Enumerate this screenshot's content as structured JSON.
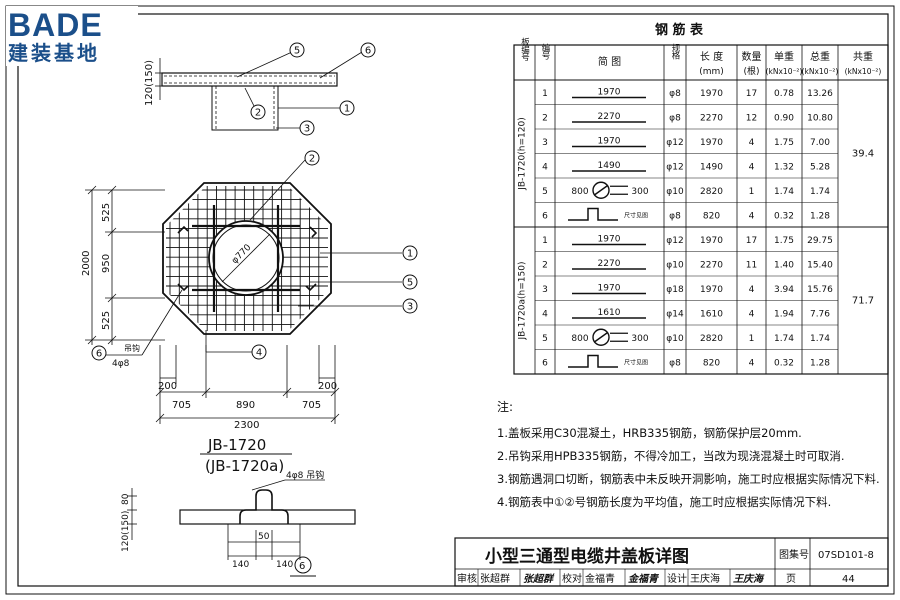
{
  "logo": {
    "brand": "BADE",
    "subtitle": "建装基地"
  },
  "table": {
    "title": "钢 筋 表",
    "headers": {
      "slab": "板编号",
      "no": "编号",
      "diagram": "简 图",
      "spec": "规格",
      "length": "长 度",
      "length_unit": "(mm)",
      "count": "数量",
      "count_unit": "(根)",
      "unit_w": "单重",
      "unit_w_unit": "(kNx10⁻²)",
      "total_w": "总重",
      "total_w_unit": "(kNx10⁻²)",
      "sum_w": "共重",
      "sum_w_unit": "(kNx10⁻²)"
    },
    "groups": [
      {
        "slab": "JB-1720(h=120)",
        "sum": "39.4",
        "rows": [
          {
            "no": "1",
            "label": "1970",
            "spec": "φ8",
            "length": "1970",
            "count": "17",
            "unit": "0.78",
            "total": "13.26",
            "shape": "line"
          },
          {
            "no": "2",
            "label": "2270",
            "spec": "φ8",
            "length": "2270",
            "count": "12",
            "unit": "0.90",
            "total": "10.80",
            "shape": "line"
          },
          {
            "no": "3",
            "label": "1970",
            "spec": "φ12",
            "length": "1970",
            "count": "4",
            "unit": "1.75",
            "total": "7.00",
            "shape": "line"
          },
          {
            "no": "4",
            "label": "1490",
            "spec": "φ12",
            "length": "1490",
            "count": "4",
            "unit": "1.32",
            "total": "5.28",
            "shape": "line"
          },
          {
            "no": "5",
            "label": "800",
            "label2": "300",
            "spec": "φ10",
            "length": "2820",
            "count": "1",
            "unit": "1.74",
            "total": "1.74",
            "shape": "ring"
          },
          {
            "no": "6",
            "label": "尺寸见图",
            "spec": "φ8",
            "length": "820",
            "count": "4",
            "unit": "0.32",
            "total": "1.28",
            "shape": "hook"
          }
        ]
      },
      {
        "slab": "JB-1720a(h=150)",
        "sum": "71.7",
        "rows": [
          {
            "no": "1",
            "label": "1970",
            "spec": "φ12",
            "length": "1970",
            "count": "17",
            "unit": "1.75",
            "total": "29.75",
            "shape": "line"
          },
          {
            "no": "2",
            "label": "2270",
            "spec": "φ10",
            "length": "2270",
            "count": "11",
            "unit": "1.40",
            "total": "15.40",
            "shape": "line"
          },
          {
            "no": "3",
            "label": "1970",
            "spec": "φ18",
            "length": "1970",
            "count": "4",
            "unit": "3.94",
            "total": "15.76",
            "shape": "line"
          },
          {
            "no": "4",
            "label": "1610",
            "spec": "φ14",
            "length": "1610",
            "count": "4",
            "unit": "1.94",
            "total": "7.76",
            "shape": "line"
          },
          {
            "no": "5",
            "label": "800",
            "label2": "300",
            "spec": "φ10",
            "length": "2820",
            "count": "1",
            "unit": "1.74",
            "total": "1.74",
            "shape": "ring"
          },
          {
            "no": "6",
            "label": "尺寸见图",
            "spec": "φ8",
            "length": "820",
            "count": "4",
            "unit": "0.32",
            "total": "1.28",
            "shape": "hook"
          }
        ]
      }
    ]
  },
  "notes": {
    "heading": "注:",
    "items": [
      "1.盖板采用C30混凝土，HRB335钢筋，钢筋保护层20mm.",
      "2.吊钩采用HPB335钢筋，不得冷加工，当改为现浇混凝土时可取消.",
      "3.钢筋遇洞口切断，钢筋表中未反映开洞影响，施工时应根据实际情况下料.",
      "4.钢筋表中①②号钢筋长度为平均值，施工时应根据实际情况下料."
    ]
  },
  "plan": {
    "name": "JB-1720",
    "name_alt": "(JB-1720a)",
    "dims": {
      "h_top": "525",
      "h_mid": "950",
      "h_bot": "525",
      "h_total": "2000",
      "w_left": "705",
      "w_mid": "890",
      "w_right": "705",
      "w_total": "2300",
      "chamfer": "200",
      "hole": "φ770"
    },
    "hook_label": "吊钩",
    "hook_spec": "4φ8"
  },
  "section": {
    "thickness": "120(150)"
  },
  "hook_detail": {
    "spec": "4φ8 吊钩",
    "top": "80",
    "thickness": "120(150)",
    "w_mid": "50",
    "w_left": "140",
    "w_right": "140",
    "ref": "6"
  },
  "callouts": [
    "1",
    "2",
    "3",
    "4",
    "5",
    "6"
  ],
  "title_block": {
    "title": "小型三通型电缆井盖板详图",
    "atlas_label": "图集号",
    "atlas": "07SD101-8",
    "review_label": "审核",
    "reviewer": "张超群",
    "check_label": "校对",
    "checker": "金福青",
    "design_label": "设计",
    "designer": "王庆海",
    "page_label": "页",
    "page": "44",
    "signatures": [
      "张超群",
      "金福青",
      "王庆海"
    ]
  }
}
